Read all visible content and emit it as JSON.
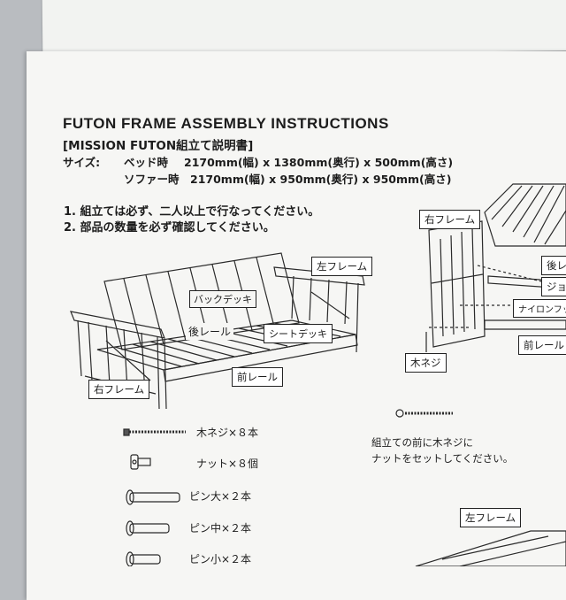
{
  "header": {
    "title": "FUTON FRAME ASSEMBLY INSTRUCTIONS",
    "subtitle": "[MISSION FUTON組立て説明書]",
    "size_label": "サイズ:",
    "bed_label": "ベッド時",
    "bed_dims": "2170mm(幅) x 1380mm(奥行) x 500mm(高さ)",
    "sofa_label": "ソファー時",
    "sofa_dims": "2170mm(幅) x 950mm(奥行) x 950mm(高さ)"
  },
  "notes": [
    "1. 組立ては必ず、二人以上で行なってください。",
    "2. 部品の数量を必ず確認してください。"
  ],
  "diagram_left": {
    "left_frame": "左フレーム",
    "back_deck": "バックデッキ",
    "rear_rail": "後レール",
    "seat_deck": "シートデッキ",
    "right_frame": "右フレーム",
    "front_rail": "前レール"
  },
  "diagram_right": {
    "right_frame": "右フレーム",
    "rear_rail_partial": "後レ",
    "joint_partial": "ジョ",
    "nylon_partial": "ナイロンフッ",
    "front_rail_partial": "前レール",
    "wood_screw": "木ネジ",
    "left_frame_bottom": "左フレーム"
  },
  "parts": [
    {
      "name": "wood-screw",
      "label": "木ネジ×８本"
    },
    {
      "name": "nut",
      "label": "ナット×８個"
    },
    {
      "name": "pin-large",
      "label": "ピン大×２本"
    },
    {
      "name": "pin-medium",
      "label": "ピン中×２本"
    },
    {
      "name": "pin-small",
      "label": "ピン小×２本"
    }
  ],
  "screw_note": {
    "line1": "組立ての前に木ネジに",
    "line2": "ナットをセットしてください。"
  }
}
